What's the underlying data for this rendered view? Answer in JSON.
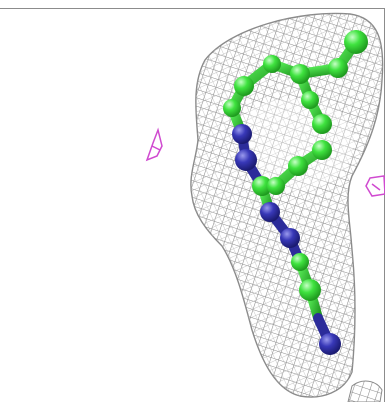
{
  "viewer": {
    "background_color": "#ffffff",
    "frame_color": "#8c8c8c",
    "colors": {
      "mesh": "#9a9a9a",
      "carbon": "#39e039",
      "carbon_highlight": "#b8ffb8",
      "nitrogen": "#3434b4",
      "nitrogen_highlight": "#8a8ae6",
      "difference_mesh": "#d04ad0"
    }
  },
  "molecule": {
    "atom_elements": [
      "C",
      "C",
      "C",
      "C",
      "C",
      "C",
      "C",
      "C",
      "C",
      "C",
      "N",
      "N",
      "C",
      "C",
      "N",
      "N",
      "C",
      "C",
      "N"
    ]
  },
  "icons": {
    "density": "electron-density-mesh-icon",
    "fragment": "difference-density-fragment-icon"
  }
}
